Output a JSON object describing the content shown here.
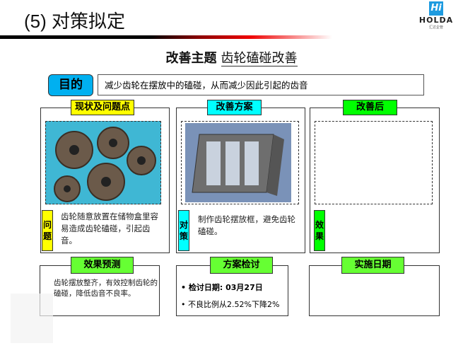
{
  "header": {
    "title": "(5) 对策拟定",
    "logo_name": "HOLDA",
    "logo_sub": "汇达企管"
  },
  "theme": {
    "label": "改善主题",
    "value": "齿轮磕碰改善"
  },
  "goal": {
    "label": "目的",
    "text": "减少齿轮在摆放中的磕碰，从而减少因此引起的齿音"
  },
  "panels": [
    {
      "tab": "现状及问题点",
      "side": "问题",
      "text": "齿轮随意放置在储物盒里容易造成齿轮磕碰，引起齿音。",
      "tab_color": "#ffff00"
    },
    {
      "tab": "改善方案",
      "side": "对策",
      "text": "制作齿轮摆放框，避免齿轮磕碰。",
      "tab_color": "#00ffff"
    },
    {
      "tab": "改善后",
      "side": "效果",
      "text": "",
      "tab_color": "#00ff00"
    }
  ],
  "bottom": [
    {
      "tab": "效果预测",
      "text": "齿轮摆放整齐，有效控制齿轮的磕碰，降低齿音不良率。"
    },
    {
      "tab": "方案检讨",
      "bullets": [
        "检讨日期: 03月27日",
        "不良比例从2.52%下降2%"
      ]
    },
    {
      "tab": "实施日期",
      "text": ""
    }
  ]
}
